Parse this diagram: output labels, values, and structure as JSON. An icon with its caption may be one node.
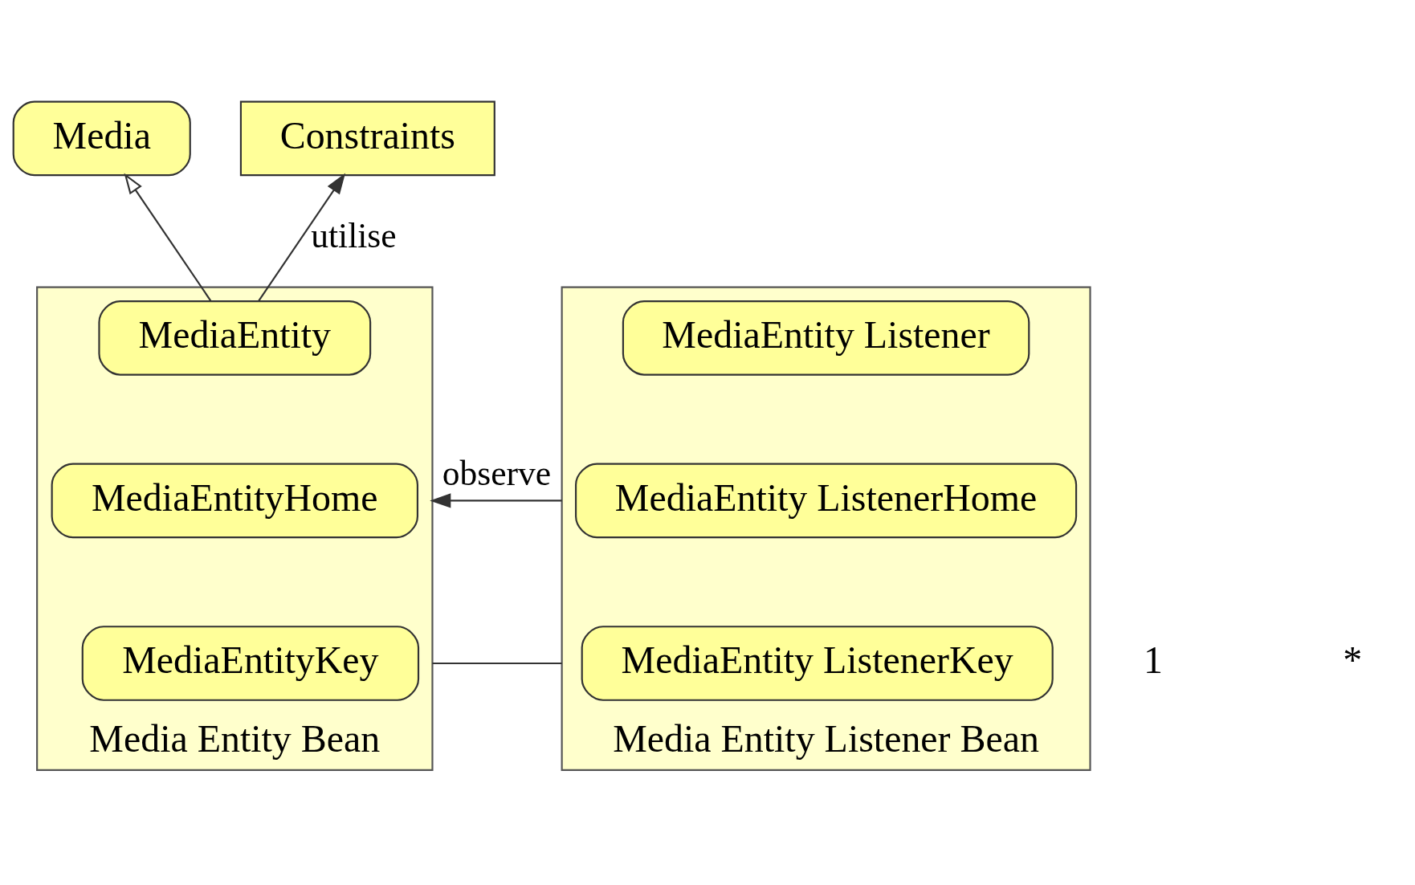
{
  "diagram": {
    "nodes": [
      {
        "text": [
          "Media"
        ]
      },
      {
        "text": [
          "Constraints"
        ]
      },
      {
        "text": [
          "Media Entity Bean"
        ]
      },
      {
        "text": [
          "MediaEntity"
        ],
        "in": 2
      },
      {
        "text": [
          "MediaEntityHome"
        ],
        "in": 2
      },
      {
        "text": [
          "MediaEntityKey"
        ],
        "in": 2
      },
      {
        "text": [
          "Media Entity Listener Bean"
        ]
      },
      {
        "text": [
          "MediaEntity Listener"
        ],
        "in": 6
      },
      {
        "text": [
          "MediaEntity ListenerHome"
        ],
        "in": 6
      },
      {
        "text": [
          "MediaEntity ListenerKey"
        ],
        "in": 6
      }
    ],
    "edges": [
      {
        "from": 3,
        "to": 0,
        "arrow": "to"
      },
      {
        "from": 3,
        "to": 1,
        "label": "utilise",
        "arrow": "to"
      },
      {
        "from": 6,
        "to": 2,
        "label": "observe",
        "arrow": "to"
      },
      {
        "from": 2,
        "to": 6,
        "arrow": "none"
      }
    ],
    "labels": [
      "1",
      "*"
    ]
  }
}
